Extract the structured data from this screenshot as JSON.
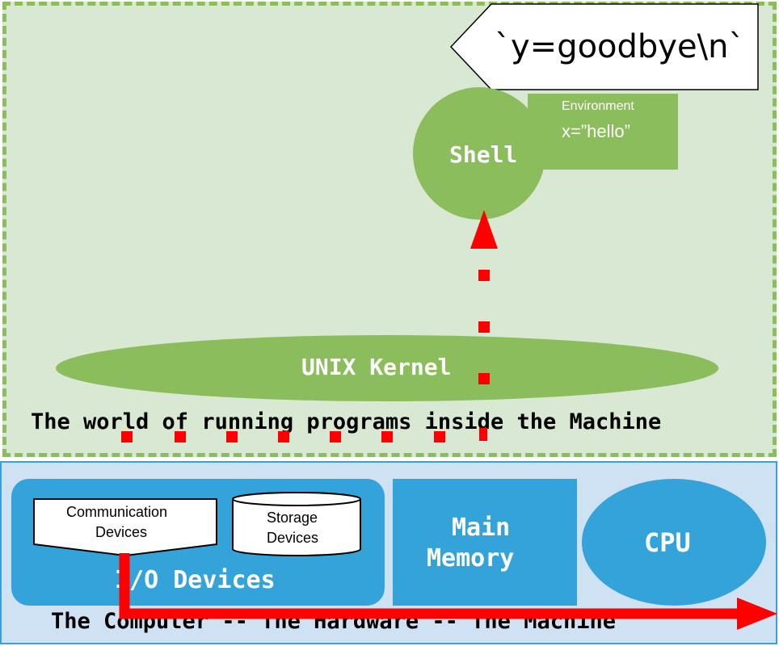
{
  "world": {
    "title": "The world of running programs inside the Machine"
  },
  "hardware": {
    "title": "The Computer -- The Hardware -- The Machine"
  },
  "kernel": {
    "label": "UNIX Kernel"
  },
  "shell": {
    "label": "Shell"
  },
  "environment": {
    "heading": "Environment",
    "value": "x=”hello”"
  },
  "callout": {
    "text": "`y=goodbye\\n`"
  },
  "io_devices": {
    "label": "I/O Devices"
  },
  "communication_devices": {
    "line1": "Communication",
    "line2": "Devices"
  },
  "storage_devices": {
    "line1": "Storage",
    "line2": "Devices"
  },
  "main_memory": {
    "line1": "Main",
    "line2": "Memory"
  },
  "cpu": {
    "label": "CPU"
  },
  "colors": {
    "green_bg": "#d9e8d3",
    "green": "#8bbd5d",
    "blue_bg": "#cfe2f3",
    "blue": "#34a3da",
    "red": "#ff0000"
  }
}
